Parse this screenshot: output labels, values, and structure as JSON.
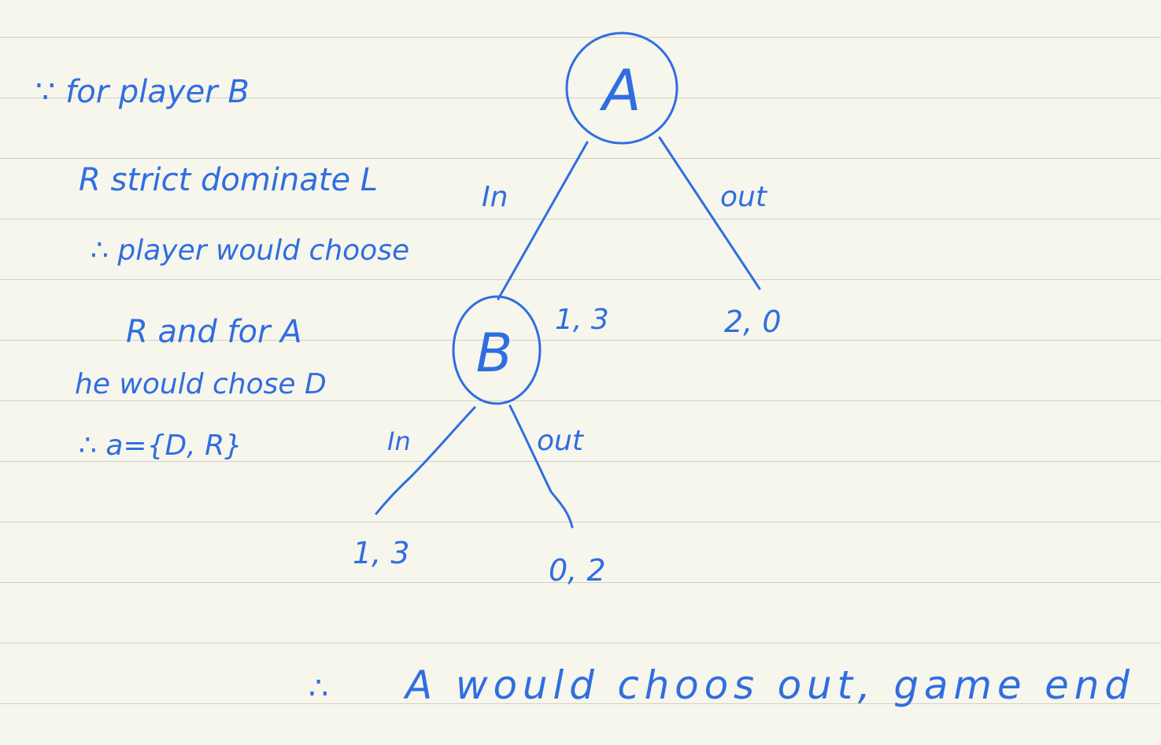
{
  "ink_color": "#2f6ee0",
  "notes": {
    "line1": "∵ for player B",
    "line2": "R strict dominate L",
    "line3": "∴ player would choose",
    "line4": "R and for A",
    "line5": "he would chose D",
    "line6": "∴ a={D, R}"
  },
  "tree": {
    "root_label": "A",
    "node_b_label": "B",
    "edge_a_in": "In",
    "edge_a_out": "out",
    "payoff_a_in_mid": "1, 3",
    "payoff_a_out": "2, 0",
    "edge_b_in": "In",
    "edge_b_out": "out",
    "payoff_b_in": "1, 3",
    "payoff_b_out": "0, 2"
  },
  "conclusion": {
    "symbol": "∴",
    "text": "A would choos out, game end"
  }
}
